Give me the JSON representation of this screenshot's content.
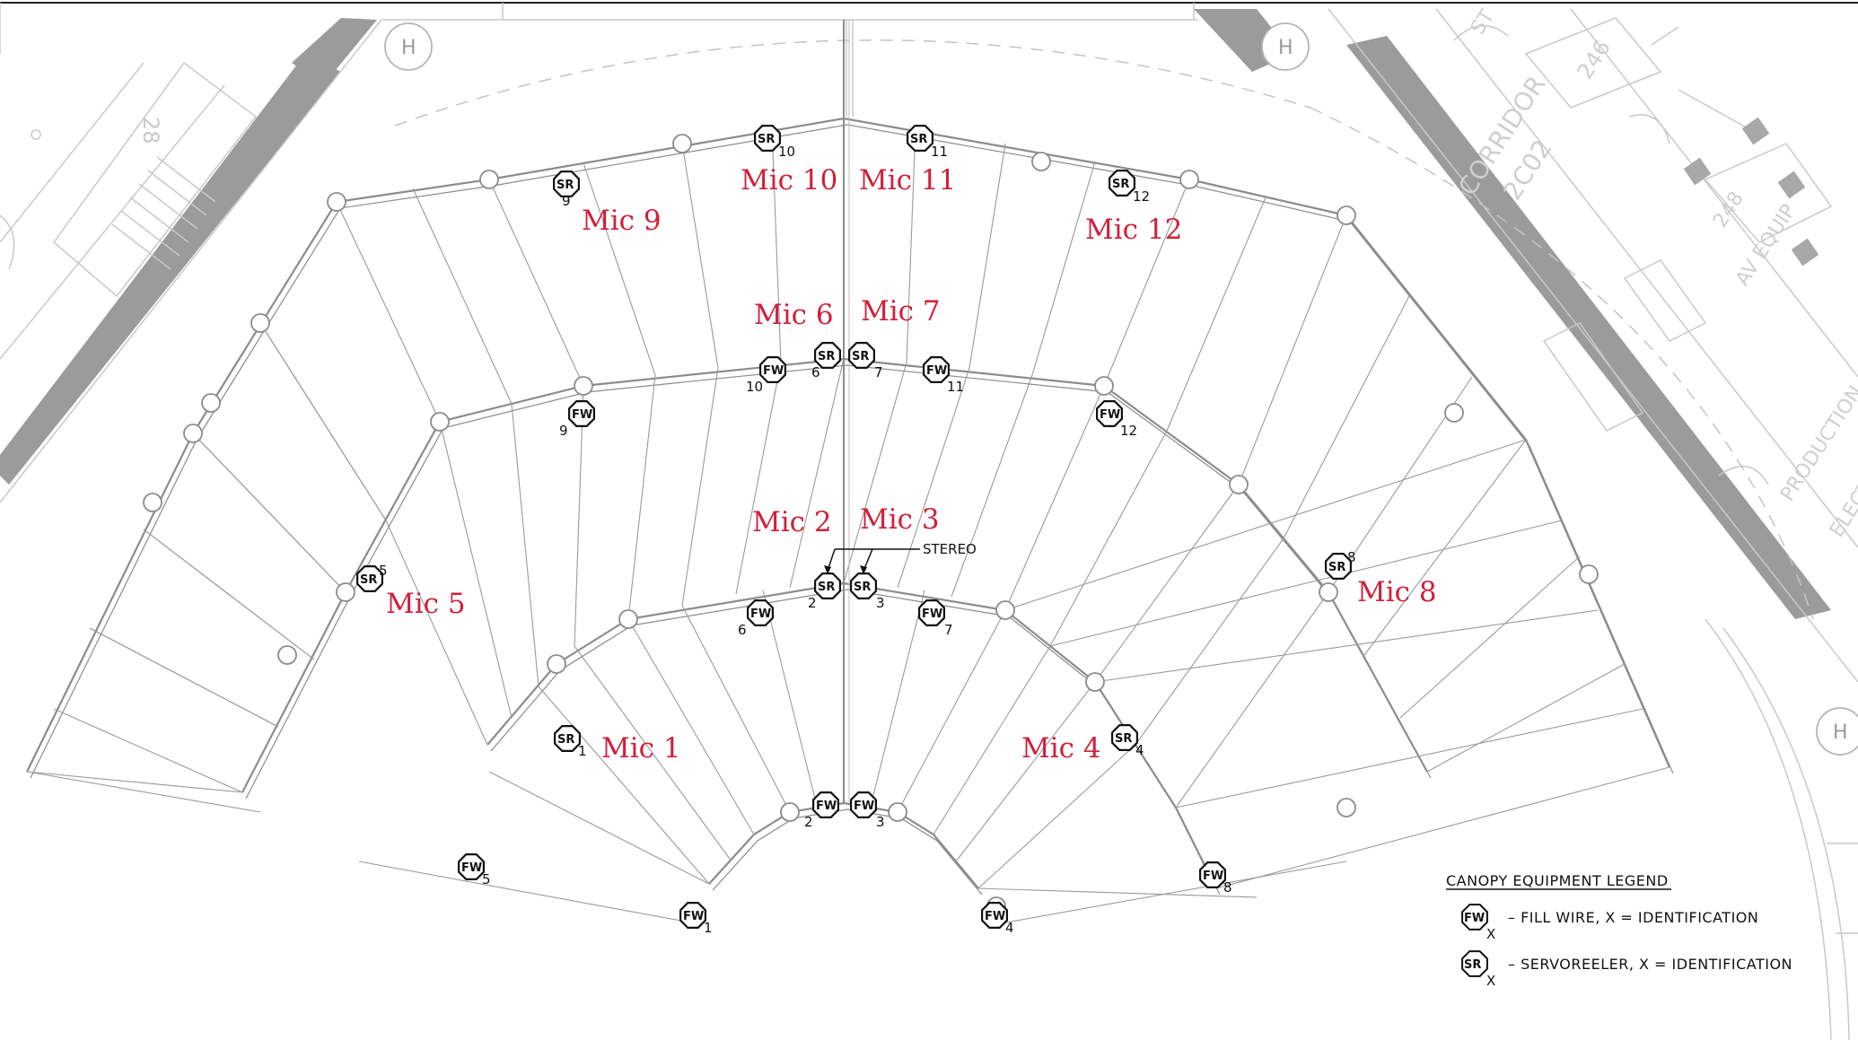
{
  "mic_labels": {
    "m1": "Mic 1",
    "m2": "Mic 2",
    "m3": "Mic 3",
    "m4": "Mic 4",
    "m5": "Mic 5",
    "m6": "Mic 6",
    "m7": "Mic 7",
    "m8": "Mic 8",
    "m9": "Mic 9",
    "m10": "Mic 10",
    "m11": "Mic 11",
    "m12": "Mic 12"
  },
  "device_codes": {
    "servoreeler": "SR",
    "fill_wire": "FW"
  },
  "servoreelers": [
    {
      "id": "1"
    },
    {
      "id": "2"
    },
    {
      "id": "3"
    },
    {
      "id": "4"
    },
    {
      "id": "5"
    },
    {
      "id": "6"
    },
    {
      "id": "7"
    },
    {
      "id": "8"
    },
    {
      "id": "9"
    },
    {
      "id": "10"
    },
    {
      "id": "11"
    },
    {
      "id": "12"
    }
  ],
  "fill_wires": [
    {
      "id": "1"
    },
    {
      "id": "2"
    },
    {
      "id": "3"
    },
    {
      "id": "4"
    },
    {
      "id": "5"
    },
    {
      "id": "6"
    },
    {
      "id": "7"
    },
    {
      "id": "8"
    },
    {
      "id": "9"
    },
    {
      "id": "10"
    },
    {
      "id": "11"
    },
    {
      "id": "12"
    }
  ],
  "stereo_label": "STEREO",
  "legend": {
    "title": "CANOPY EQUIPMENT LEGEND",
    "fill_wire_text": "– FILL WIRE, X = IDENTIFICATION",
    "servoreeler_text": "– SERVOREELER, X = IDENTIFICATION",
    "x_marker": "X"
  },
  "background_text": {
    "corridor": "CORRIDOR",
    "corridor_no": "2C02",
    "room_no": "246",
    "av_equip": "AV EQUIP",
    "av_no": "248",
    "production": "PRODUCTION",
    "electrical": "ELECTRICAL",
    "stair_no": "28",
    "st": "ST"
  }
}
